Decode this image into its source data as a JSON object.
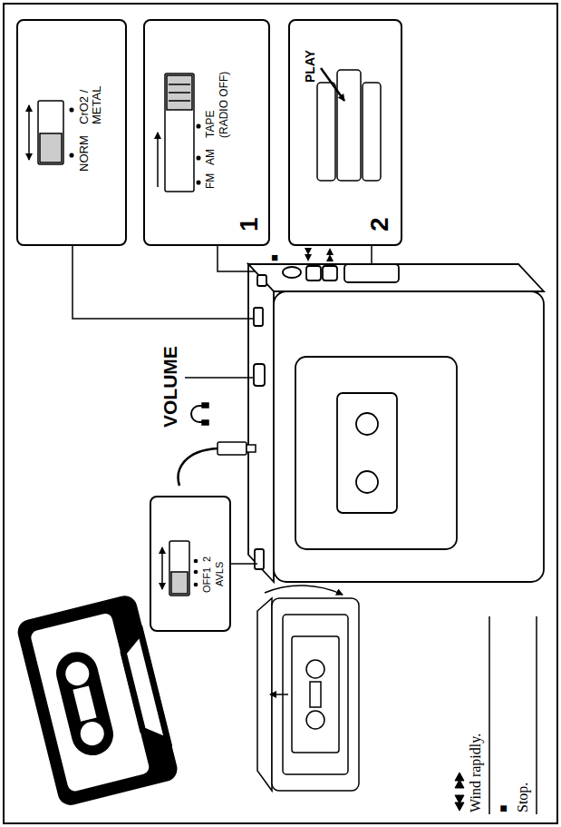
{
  "diagram": {
    "nodes": [
      {
        "text": [
          "NORM",
          "CrO2 / METAL"
        ]
      },
      {
        "text": [
          "1",
          "FM",
          "AM",
          "TAPE",
          "(RADIO OFF)"
        ]
      },
      {
        "text": [
          "2",
          "PLAY"
        ]
      },
      {
        "text": [
          "OFF",
          "1",
          "2",
          "AVLS"
        ]
      }
    ],
    "labels": [
      "VOLUME",
      "■",
      "Wind rapidly.",
      "■",
      "Stop."
    ]
  }
}
